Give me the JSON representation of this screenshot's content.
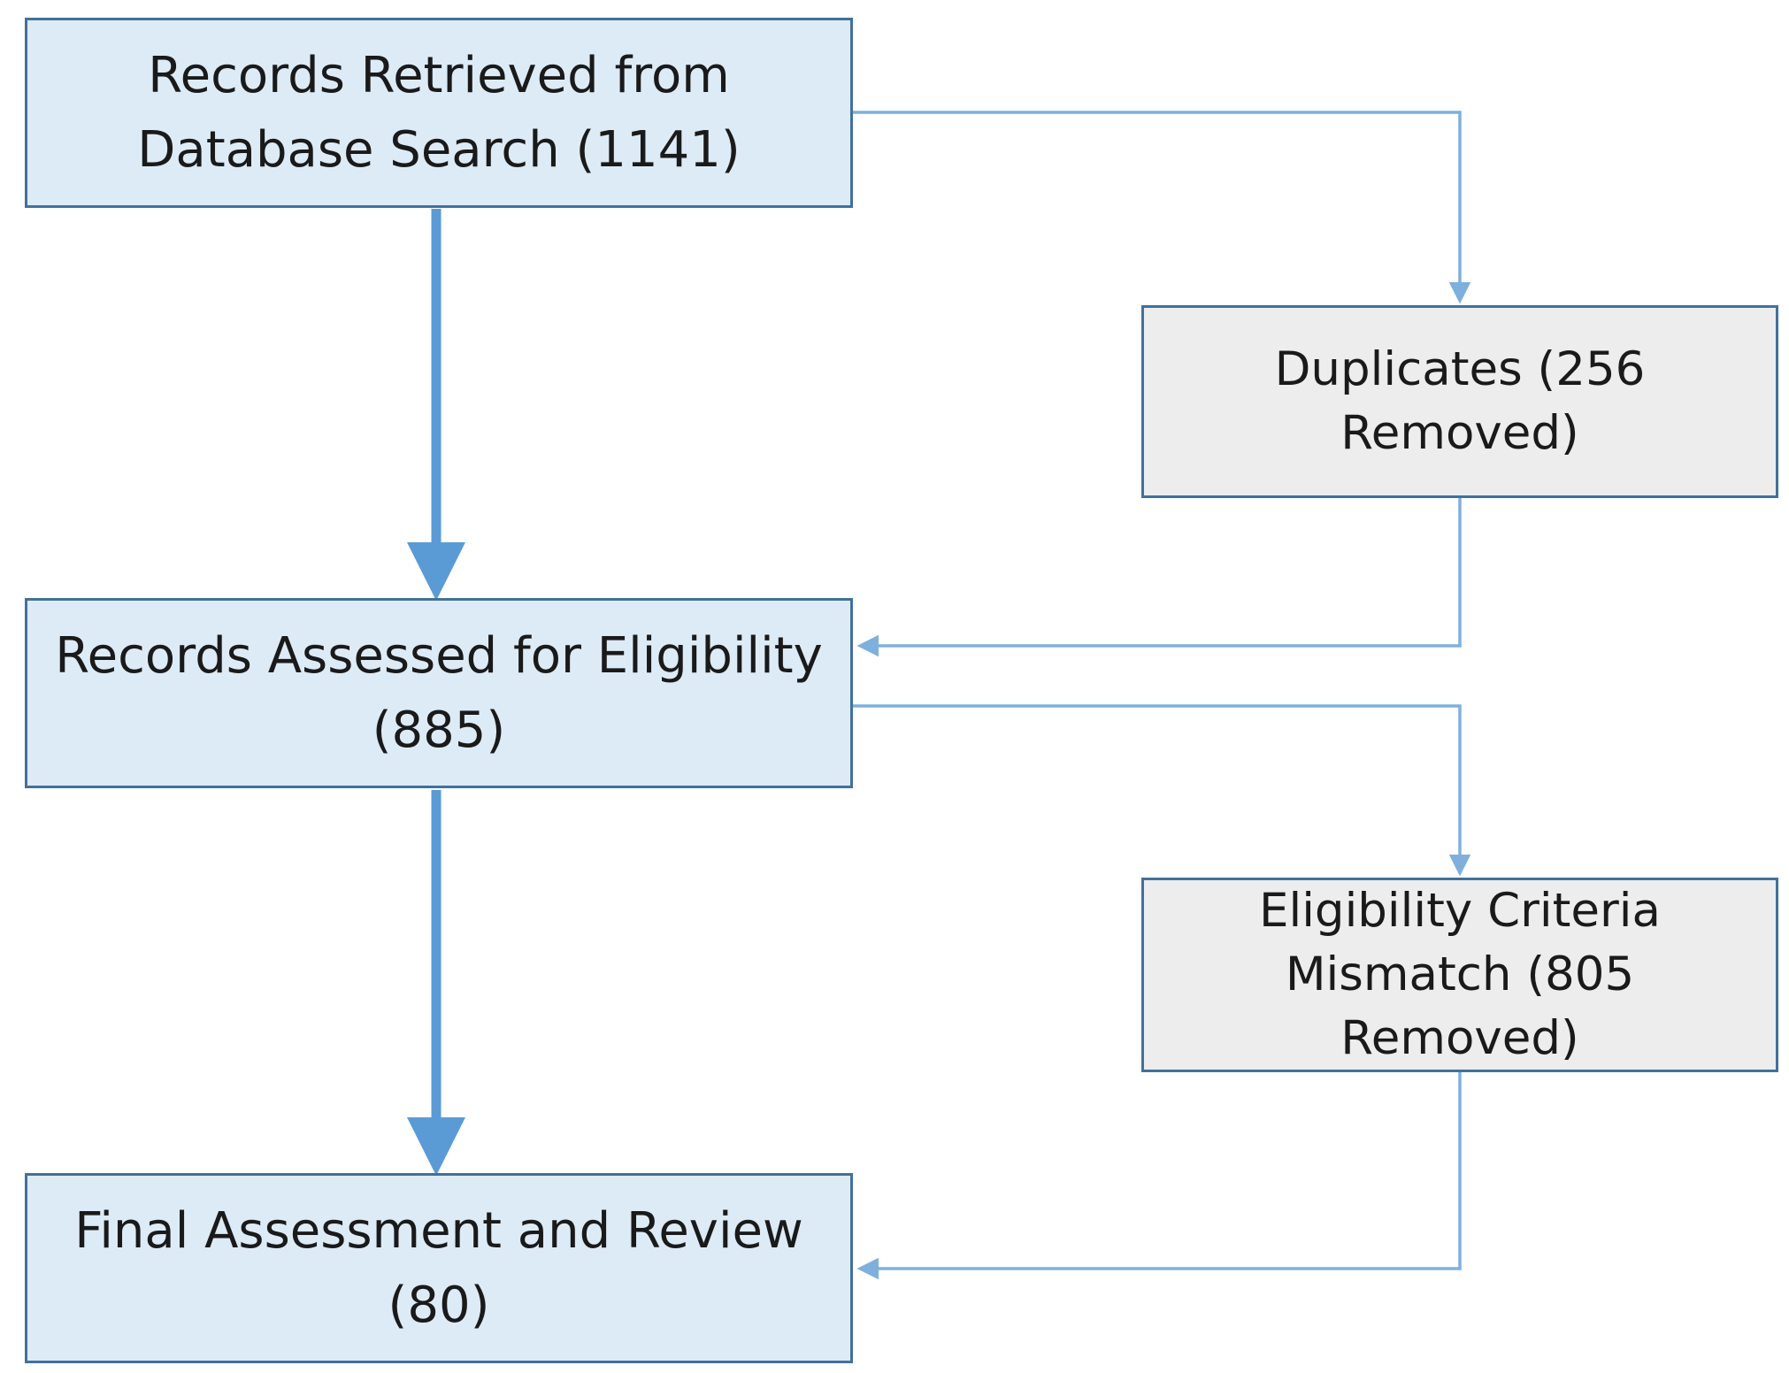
{
  "diagram": {
    "nodes": [
      {
        "id": "records-retrieved",
        "text": "Records Retrieved from\nDatabase Search (1141)",
        "kind": "main"
      },
      {
        "id": "duplicates",
        "text": "Duplicates (256 Removed)",
        "kind": "side"
      },
      {
        "id": "records-assessed",
        "text": "Records Assessed for Eligibility\n(885)",
        "kind": "main"
      },
      {
        "id": "criteria-mismatch",
        "text": "Eligibility Criteria\nMismatch (805 Removed)",
        "kind": "side"
      },
      {
        "id": "final-assessment",
        "text": "Final Assessment and Review\n(80)",
        "kind": "main"
      }
    ],
    "edges": [
      {
        "from": "records-retrieved",
        "to": "records-assessed",
        "style": "thick"
      },
      {
        "from": "records-retrieved",
        "to": "duplicates",
        "style": "thin"
      },
      {
        "from": "duplicates",
        "to": "records-assessed",
        "style": "thin"
      },
      {
        "from": "records-assessed",
        "to": "final-assessment",
        "style": "thick"
      },
      {
        "from": "records-assessed",
        "to": "criteria-mismatch",
        "style": "thin"
      },
      {
        "from": "criteria-mismatch",
        "to": "final-assessment",
        "style": "thin"
      }
    ]
  },
  "colors": {
    "main_fill": "#ddebf7",
    "side_fill": "#ededed",
    "border": "#41719c",
    "thick_arrow": "#5b9bd5",
    "thin_arrow": "#7fb0dd"
  }
}
